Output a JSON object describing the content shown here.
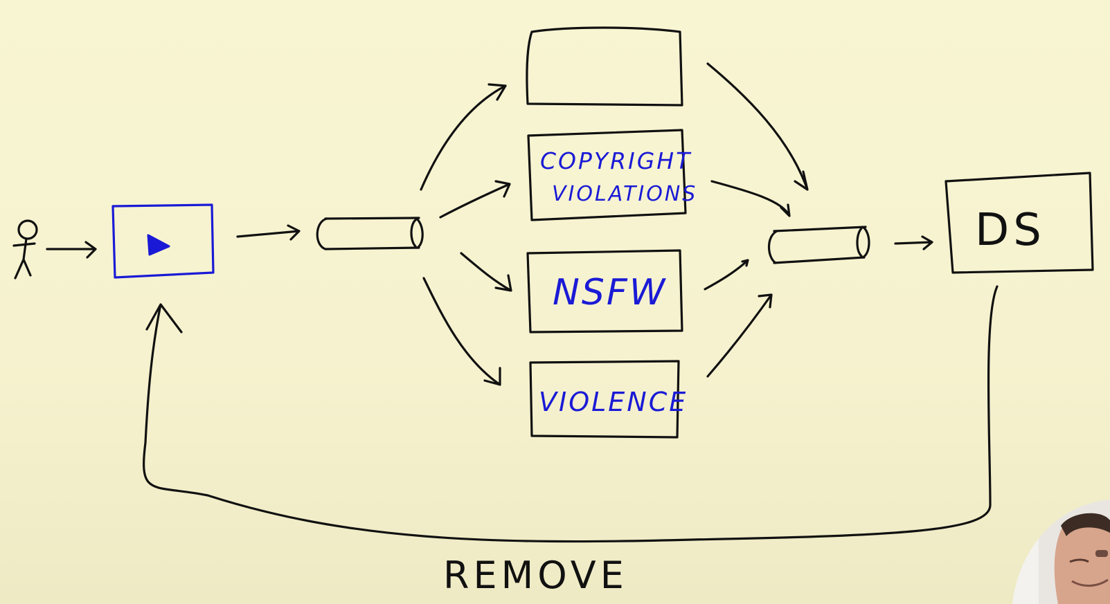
{
  "diagram": {
    "boxes": {
      "top_box": "",
      "copyright": [
        "COPYRIGHT",
        "VIOLATIONS"
      ],
      "nsfw": "NSFW",
      "violence": "VIOLENCE",
      "ds": "DS"
    },
    "feedback_label": "REMOVE"
  },
  "icons": {
    "user": "stick-figure-icon",
    "video": "play-icon",
    "queue_in": "pipe-queue-icon",
    "queue_out": "pipe-queue-icon",
    "presenter": "presenter-webcam"
  },
  "colors": {
    "background": "#f7f4d2",
    "ink": "#111111",
    "accent": "#1a1ad6"
  }
}
